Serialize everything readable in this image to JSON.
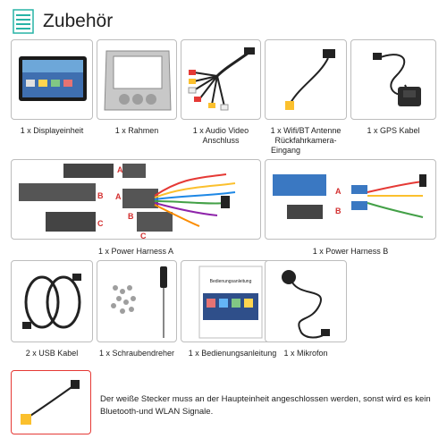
{
  "header": {
    "title": "Zubehör",
    "icon": "list-icon",
    "accent": "#27b3a6"
  },
  "items": [
    {
      "caption": "1 x Displayeinheit"
    },
    {
      "caption": "1 x Rahmen"
    },
    {
      "caption": "1 x Audio Video Anschluss"
    },
    {
      "caption_lines": [
        "1 x Wifi/BT Antenne",
        "Rückfahrkamera-",
        "Eingang"
      ]
    },
    {
      "caption": "1 x GPS Kabel"
    },
    {
      "caption": "1 x Power Harness A",
      "labels": [
        "A",
        "B",
        "C",
        "A",
        "B",
        "C"
      ]
    },
    {
      "caption": "1 x Power Harness B",
      "labels": [
        "A",
        "B"
      ]
    },
    {
      "caption": "2 x USB Kabel"
    },
    {
      "caption": "1 x Schraubendreher"
    },
    {
      "caption": "1 x Bedienungsanleitung",
      "manual_cover": "Bedienungsanleitung"
    },
    {
      "caption": "1 x Mikrofon"
    }
  ],
  "note": {
    "text": "Der weiße Stecker muss an der Haupteinheit angeschlossen werden, sonst wird es kein Bluetooth-und WLAN Signale.",
    "highlight_color": "#e53935"
  }
}
